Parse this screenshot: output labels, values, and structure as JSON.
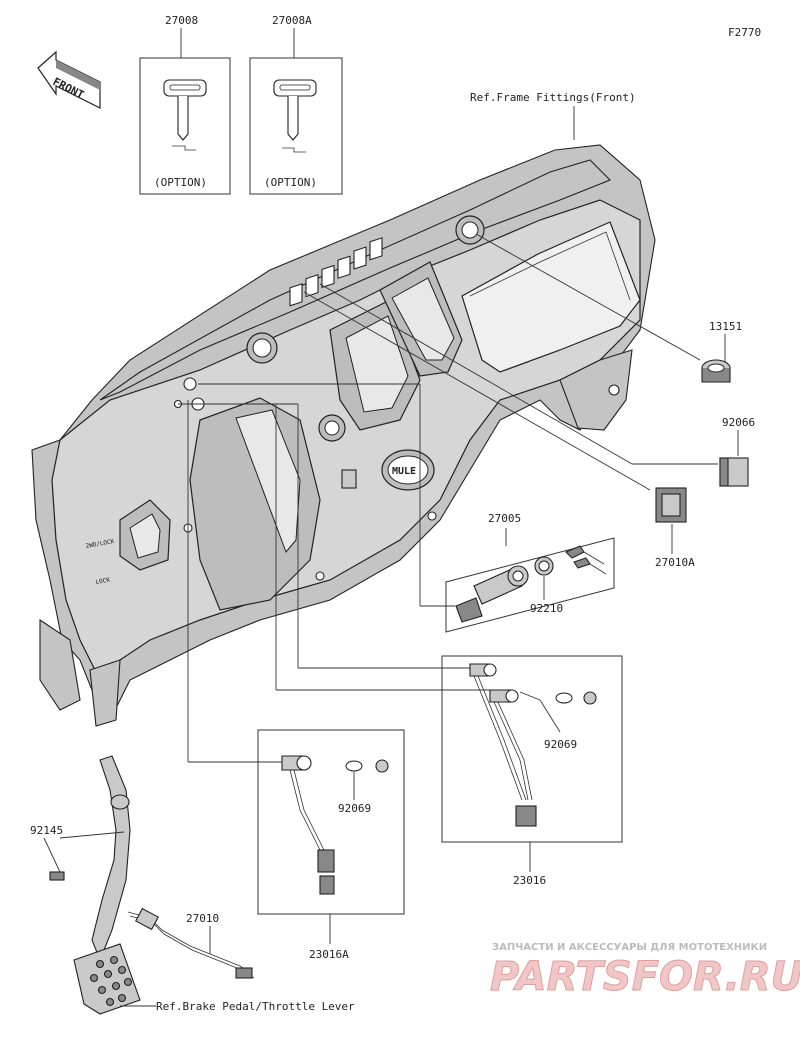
{
  "diagram_code": "F2770",
  "front_label": "FRONT",
  "references": {
    "frame_fittings": "Ref.Frame Fittings(Front)",
    "brake_pedal": "Ref.Brake Pedal/Throttle Lever"
  },
  "parts": {
    "key_27008": "27008",
    "key_27008a": "27008A",
    "option_1": "(OPTION)",
    "option_2": "(OPTION)",
    "socket_13151": "13151",
    "cap_92066": "92066",
    "switch_27010a": "27010A",
    "ignition_27005": "27005",
    "nut_92210": "92210",
    "bulb_92069_a": "92069",
    "bulb_92069_b": "92069",
    "harness_23016": "23016",
    "harness_23016a": "23016A",
    "clip_92145": "92145",
    "switch_27010": "27010"
  },
  "dash_labels": {
    "brand": "MULE",
    "p_lock": "2WD/LOCK",
    "lock": "LOCK"
  },
  "watermark": {
    "line1": "ЗАПЧАСТИ И АКСЕССУАРЫ ДЛЯ МОТОТЕХНИКИ",
    "line2": "PARTSFOR.RU"
  }
}
